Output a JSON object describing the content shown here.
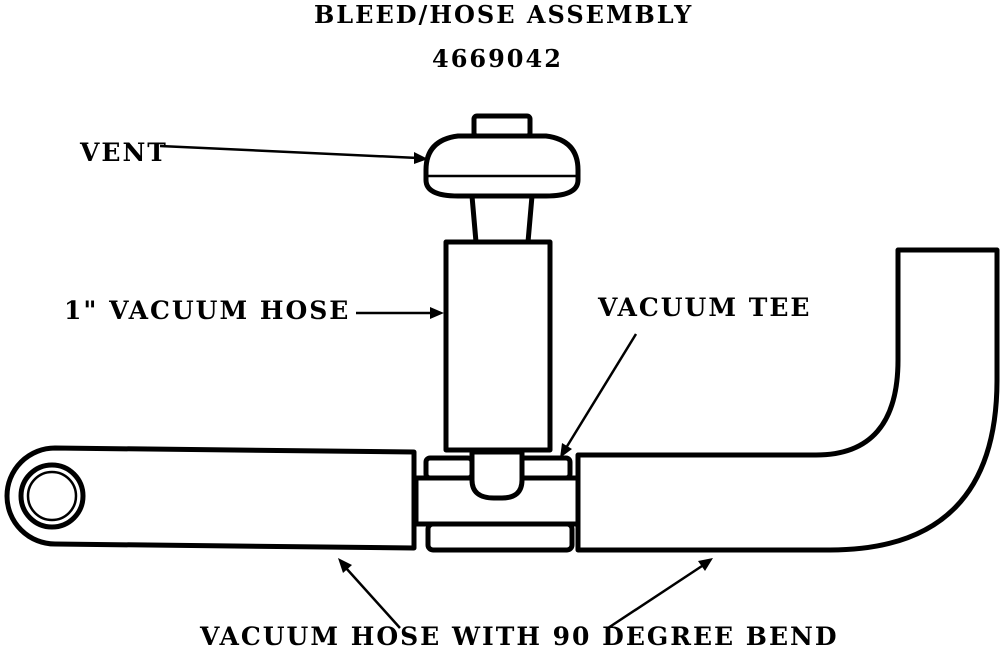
{
  "title": "BLEED/HOSE ASSEMBLY",
  "part_number": "4669042",
  "labels": {
    "vent": "VENT",
    "vacuum_hose_1in": "1\" VACUUM HOSE",
    "vacuum_tee": "VACUUM TEE",
    "bend_hose": "VACUUM HOSE WITH 90 DEGREE BEND"
  }
}
